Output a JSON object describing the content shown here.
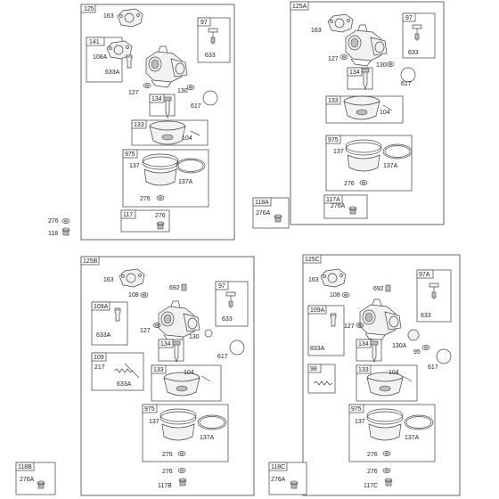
{
  "loose": {
    "a_276": "276",
    "a_118": "118"
  },
  "p125": {
    "title": "125",
    "c163": "163",
    "b141": "141",
    "c108A": "108A",
    "c633A": "633A",
    "b97": "97",
    "c633": "633",
    "c127": "127",
    "c130": "130",
    "c617": "617",
    "b134": "134",
    "b133": "133",
    "c104": "104",
    "b975": "975",
    "c137": "137",
    "c137A": "137A",
    "c276": "276",
    "b117": "117",
    "c276b": "276"
  },
  "p125A": {
    "title": "125A",
    "c163": "163",
    "b97": "97",
    "c633": "633",
    "c127": "127",
    "c130": "130",
    "c617": "617",
    "b134": "134",
    "b133": "133",
    "c104": "104",
    "b975": "975",
    "c137": "137",
    "c137A": "137A",
    "c276": "276",
    "b117A": "117A",
    "c276A": "276A",
    "b118A": "118A",
    "c276A2": "276A"
  },
  "p125B": {
    "title": "125B",
    "c163": "163",
    "c108": "108",
    "c692": "692",
    "b97": "97",
    "c633": "633",
    "b109A": "109A",
    "c633A": "633A",
    "c127": "127",
    "c130": "130",
    "c617": "617",
    "b134": "134",
    "b109": "109",
    "c217": "217",
    "c633A2": "633A",
    "b133": "133",
    "c104": "104",
    "b975": "975",
    "c137": "137",
    "c137A": "137A",
    "c276": "276",
    "c276b": "276",
    "c117B": "117B",
    "b118B": "118B",
    "c276A": "276A"
  },
  "p125C": {
    "title": "125C",
    "c163": "163",
    "c108": "108",
    "c692": "692",
    "b97A": "97A",
    "c633": "633",
    "b109A": "109A",
    "c833A": "833A",
    "c127": "127",
    "c130A": "130A",
    "c95": "95",
    "c617": "617",
    "b134": "134",
    "b98": "98",
    "b133": "133",
    "c104": "104",
    "b975": "975",
    "c137": "137",
    "c137A": "137A",
    "c276": "276",
    "c276b": "276",
    "c117C": "117C",
    "b118C": "118C",
    "c276A": "276A"
  }
}
